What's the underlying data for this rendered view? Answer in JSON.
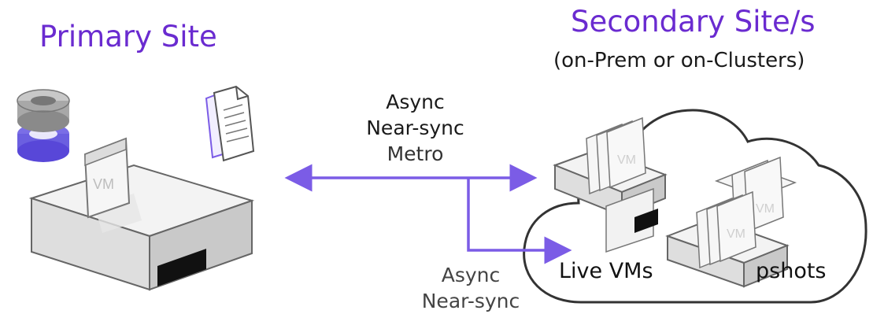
{
  "primary": {
    "title": "Primary Site"
  },
  "secondary": {
    "title": "Secondary Site/s",
    "subtitle": "(on-Prem or on-Clusters)"
  },
  "replication_top": [
    "Async",
    "Near-sync",
    "Metro"
  ],
  "replication_bottom": [
    "Async",
    "Near-sync"
  ],
  "cloud_labels": {
    "live": "Live VMs",
    "snapshots": "pshots"
  },
  "vm_label": "VM",
  "colors": {
    "accent": "#6a2bd0",
    "arrow": "#7b5ce6"
  }
}
